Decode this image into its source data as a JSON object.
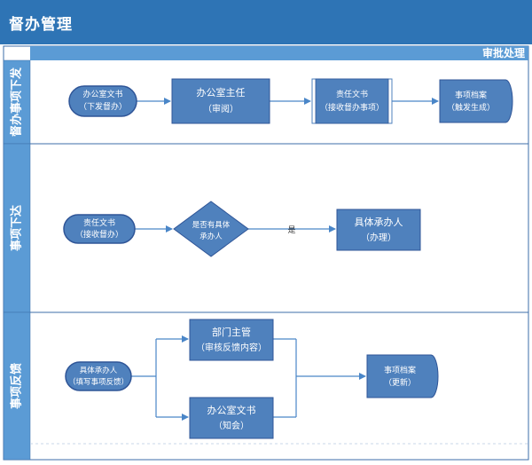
{
  "header": {
    "title": "督办管理"
  },
  "columns": [
    {
      "label": "审批处理"
    }
  ],
  "lanes": [
    {
      "label": "督办事项下发"
    },
    {
      "label": "事项下达"
    },
    {
      "label": "事项反馈"
    }
  ],
  "nodes": {
    "lane1": {
      "start": {
        "line1": "办公室文书",
        "line2": "（下发督办）"
      },
      "director": {
        "line1": "办公室主任",
        "line2": "（审阅）"
      },
      "owner": {
        "line1": "责任文书",
        "line2": "（接收督办事项）"
      },
      "archive": {
        "line1": "事项档案",
        "line2": "（触发生成）"
      }
    },
    "lane2": {
      "start": {
        "line1": "责任文书",
        "line2": "（接收督办）"
      },
      "decision": {
        "line1": "是否有具体",
        "line2": "承办人"
      },
      "yes_label": "是",
      "handler": {
        "line1": "具体承办人",
        "line2": "（办理）"
      }
    },
    "lane3": {
      "start": {
        "line1": "具体承办人",
        "line2": "（填写事项反馈）"
      },
      "dept": {
        "line1": "部门主管",
        "line2": "（审核反馈内容）"
      },
      "office": {
        "line1": "办公室文书",
        "line2": "（知会）"
      },
      "archive": {
        "line1": "事项档案",
        "line2": "（更新）"
      }
    }
  },
  "colors": {
    "header": "#2e74b5",
    "lane_strip": "#5b9bd5",
    "node_fill": "#4f81bd",
    "node_dark": "#2f5597",
    "connector": "#4a86c8",
    "border": "#3c6ea8"
  }
}
